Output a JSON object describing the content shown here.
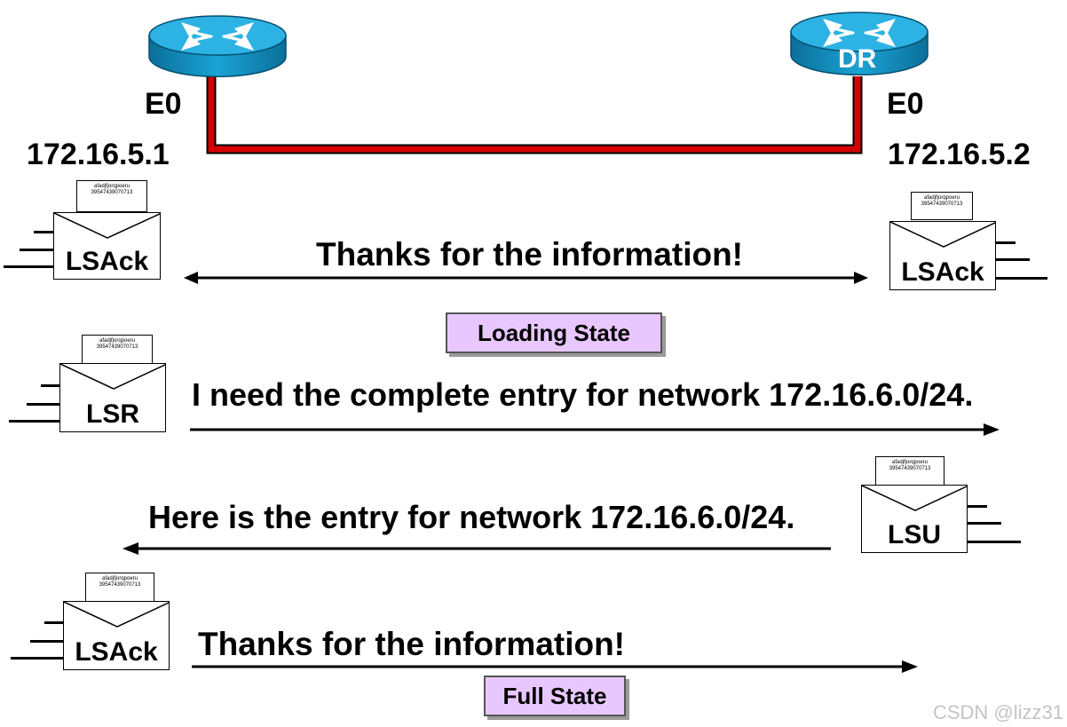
{
  "routers": {
    "left": {
      "interface": "E0",
      "ip": "172.16.5.1",
      "label": ""
    },
    "right": {
      "interface": "E0",
      "ip": "172.16.5.2",
      "label": "DR"
    }
  },
  "packet_note": {
    "line1": "afadjfjorqpoeru",
    "line2": "39547439070713"
  },
  "exchanges": [
    {
      "packet": "LSAck",
      "message": "Thanks for the information!",
      "direction": "both"
    },
    {
      "packet": "LSR",
      "message": "I need the complete entry for network 172.16.6.0/24.",
      "direction": "right"
    },
    {
      "packet": "LSU",
      "message": "Here is the entry for network 172.16.6.0/24.",
      "direction": "left"
    },
    {
      "packet": "LSAck",
      "message": "Thanks for the information!",
      "direction": "right"
    }
  ],
  "states": {
    "loading": "Loading State",
    "full": "Full State"
  },
  "right_lsack_label": "LSAck",
  "watermark": "CSDN @lizz31",
  "colors": {
    "link": "#d40000",
    "router_body": "#1598c9",
    "state_fill": "#e8c7ff"
  },
  "icons": [
    "router-icon",
    "envelope-icon",
    "double-arrow-icon",
    "right-arrow-icon",
    "left-arrow-icon"
  ]
}
